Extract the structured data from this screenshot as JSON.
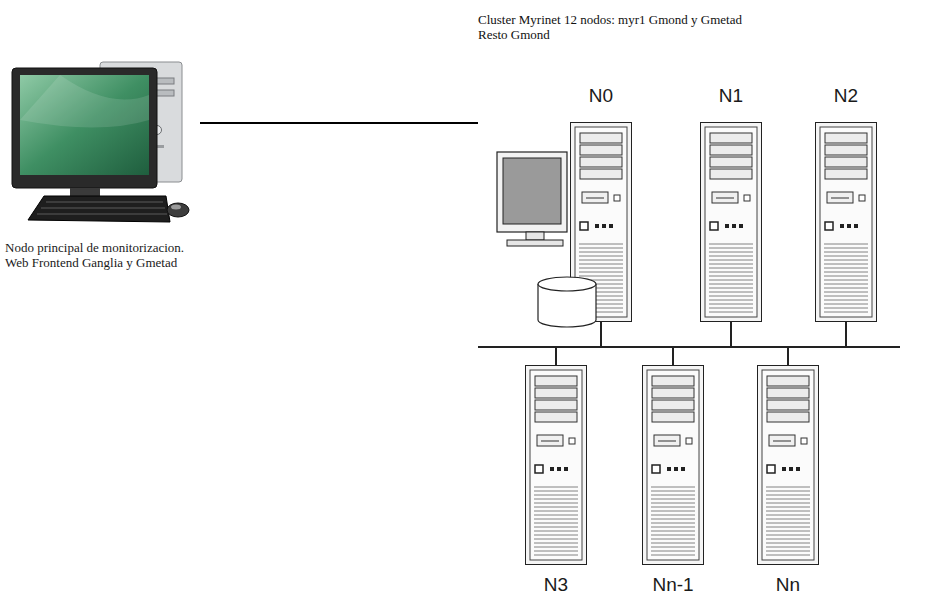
{
  "diagram": {
    "nodes": [
      {
        "text": [
          "Nodo principal de monitorizacion. Web Frontend Ganglia y Gmetad"
        ]
      },
      {
        "text": [
          "N0"
        ]
      },
      {
        "text": [
          "N1"
        ]
      },
      {
        "text": [
          "N2"
        ]
      },
      {
        "text": [
          "N3"
        ]
      },
      {
        "text": [
          "Nn-1"
        ]
      },
      {
        "text": [
          "Nn"
        ]
      }
    ],
    "edges": [
      {
        "from": 1,
        "to": 2,
        "arrow": "none"
      },
      {
        "from": 1,
        "to": 3,
        "arrow": "none"
      },
      {
        "from": 1,
        "to": 4,
        "arrow": "none"
      },
      {
        "from": 1,
        "to": 5,
        "arrow": "none"
      },
      {
        "from": 1,
        "to": 6,
        "arrow": "none"
      }
    ],
    "labels": [
      "Cluster Myrinet 12 nodos: myr1 Gmond y Gmetad Resto Gmond"
    ]
  }
}
